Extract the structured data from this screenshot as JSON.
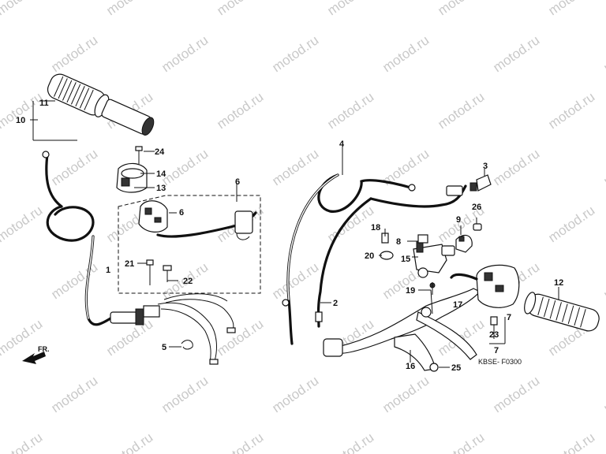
{
  "watermark": "motod.ru",
  "diagram_code": "KBSE- F0300",
  "direction_label": "FR.",
  "callouts": {
    "c1": "1",
    "c2": "2",
    "c3": "3",
    "c4": "4",
    "c5": "5",
    "c6a": "6",
    "c6b": "6",
    "c7a": "7",
    "c7b": "7",
    "c8": "8",
    "c9": "9",
    "c10": "10",
    "c11": "11",
    "c12": "12",
    "c13": "13",
    "c14": "14",
    "c15": "15",
    "c16": "16",
    "c17": "17",
    "c18": "18",
    "c19": "19",
    "c20": "20",
    "c21": "21",
    "c22": "22",
    "c23": "23",
    "c24": "24",
    "c25": "25",
    "c26": "26"
  }
}
